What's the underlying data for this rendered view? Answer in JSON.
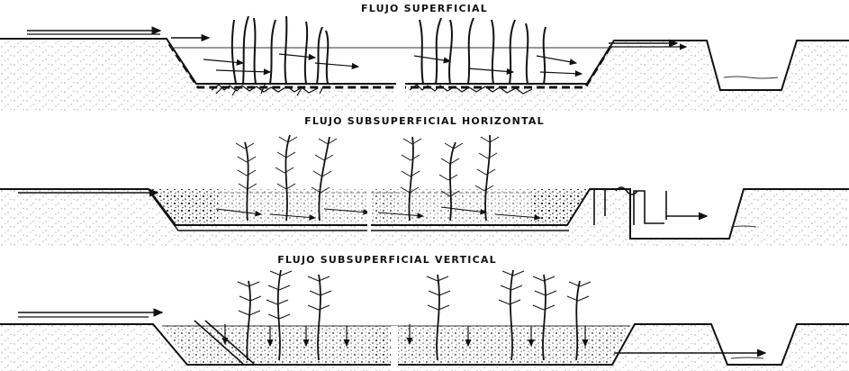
{
  "sections": [
    {
      "title": "FLUJO SUPERFICIAL"
    },
    {
      "title": "FLUJO SUBSUPERFICIAL HORIZONTAL"
    },
    {
      "title": "FLUJO SUBSUPERFICIAL VERTICAL"
    }
  ],
  "colors": {
    "ink": "#111111",
    "soil": "#777777",
    "background": "#ffffff"
  }
}
